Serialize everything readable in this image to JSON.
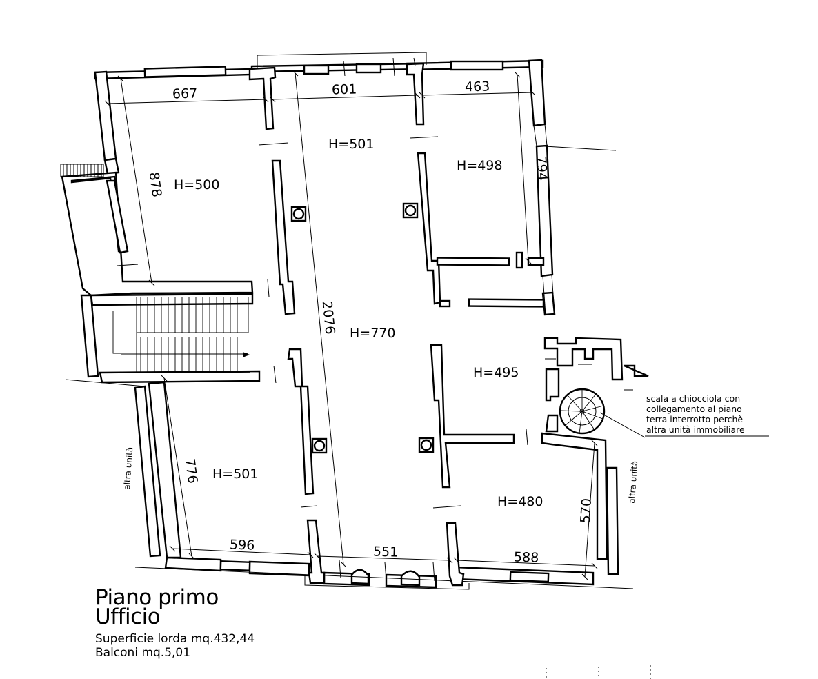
{
  "title": {
    "line1": "Piano primo",
    "line2": "Ufficio",
    "area": "Superficie lorda mq.432,44",
    "balconies": "Balconi mq.5,01"
  },
  "rooms": {
    "top_left": "H=500",
    "top_center": "H=501",
    "top_right": "H=498",
    "center": "H=770",
    "mid_right": "H=495",
    "bottom_left": "H=501",
    "bottom_right": "H=480"
  },
  "dimensions": {
    "top_left_width": "667",
    "top_center_width": "601",
    "top_right_width": "463",
    "left_height": "878",
    "right_height": "794",
    "central_length": "2076",
    "bottom_left_height": "776",
    "bottom_left_width": "596",
    "bottom_center_width": "551",
    "bottom_right_width": "588",
    "bottom_right_height": "570"
  },
  "notes": {
    "spiral_line1": "scala a chiocciola con",
    "spiral_line2": "collegamento al piano",
    "spiral_line3": "terra interrotto perchè",
    "spiral_line4": "altra unità immobiliare",
    "neighbor_left": "altra unità",
    "neighbor_right": "altra unità"
  }
}
